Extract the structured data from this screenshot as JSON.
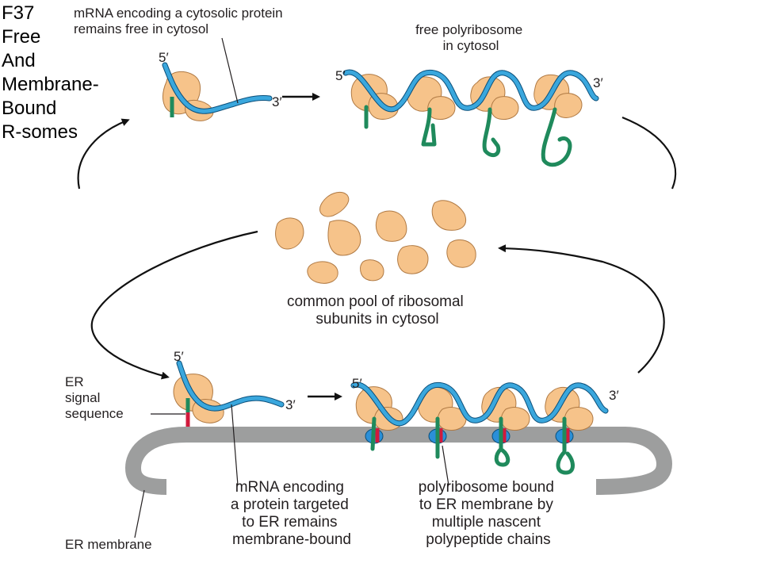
{
  "slide_title": {
    "lines": [
      "F37",
      "Free",
      "And",
      "Membrane-",
      "Bound",
      "R-somes"
    ]
  },
  "labels": {
    "free_mrna_caption": [
      "mRNA encoding a cytosolic protein",
      "remains free in cytosol"
    ],
    "free_polyribosome_caption": [
      "free polyribosome",
      "in cytosol"
    ],
    "pool_caption": [
      "common pool of ribosomal",
      "subunits in cytosol"
    ],
    "er_signal_caption": [
      "ER",
      "signal",
      "sequence"
    ],
    "bound_mrna_caption": [
      "mRNA encoding",
      "a protein targeted",
      "to ER remains",
      "membrane-bound"
    ],
    "bound_polyribosome_caption": [
      "polyribosome bound",
      "to ER membrane by",
      "multiple nascent",
      "polypeptide chains"
    ],
    "er_membrane_caption": "ER membrane",
    "five_prime": "5′",
    "three_prime": "3′"
  },
  "colors": {
    "ribosome": "#f6c38a",
    "ribosome_outline": "#b07a44",
    "mrna": "#3aa7dd",
    "mrna_outline": "#0b4f7a",
    "polypeptide": "#1f8a5c",
    "signal_sequence": "#d11a3c",
    "translocon": "#2b8fd8",
    "membrane": "#9d9e9e",
    "arrow": "#111111"
  }
}
